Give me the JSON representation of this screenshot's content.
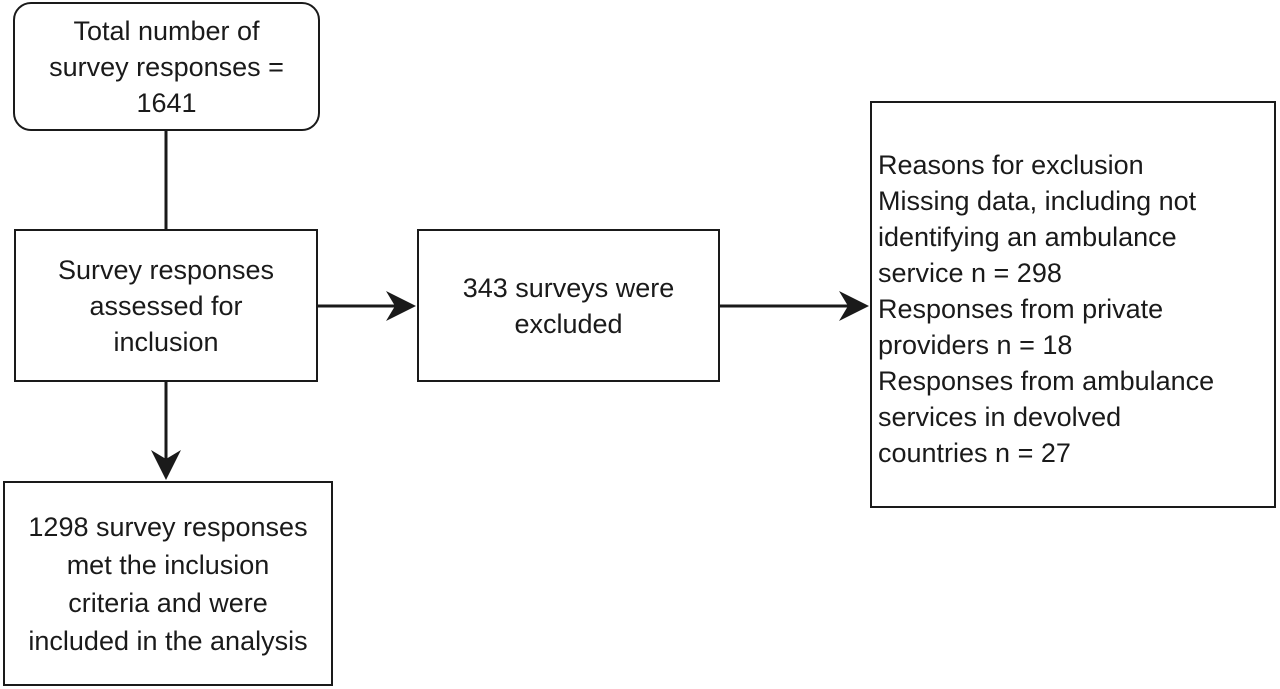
{
  "nodes": {
    "total": "Total number of\nsurvey responses =\n1641",
    "assessed": "Survey responses\nassessed for\ninclusion",
    "excluded": "343 surveys were\nexcluded",
    "reasons": "Reasons for exclusion\nMissing data, including not\nidentifying an ambulance\nservice n = 298\nResponses from private\nproviders n = 18\nResponses from ambulance\nservices in devolved\ncountries n = 27",
    "included": "1298 survey responses\nmet the inclusion\ncriteria and were\nincluded in the analysis"
  },
  "edges": [
    {
      "from": "total",
      "to": "assessed",
      "arrow": false
    },
    {
      "from": "assessed",
      "to": "excluded",
      "arrow": true
    },
    {
      "from": "excluded",
      "to": "reasons",
      "arrow": true
    },
    {
      "from": "assessed",
      "to": "included",
      "arrow": true
    }
  ],
  "colors": {
    "stroke": "#1a1a1a",
    "fill": "#ffffff"
  }
}
